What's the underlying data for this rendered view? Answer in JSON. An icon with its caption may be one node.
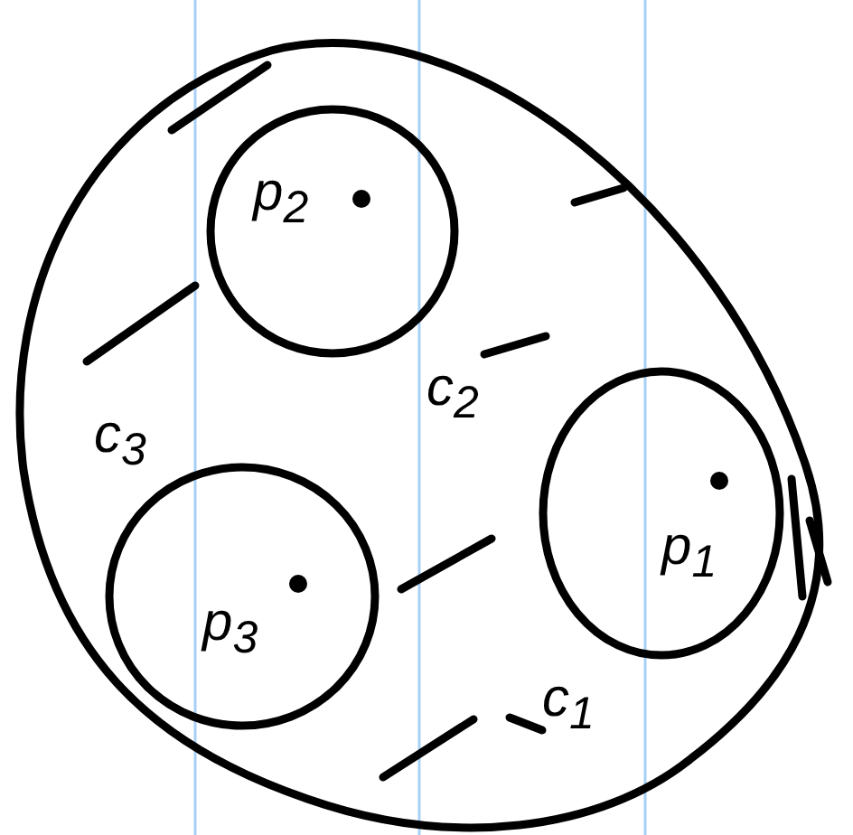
{
  "diagram": {
    "nodes": [
      {
        "text": [],
        "shape": "circle"
      },
      {
        "text": [
          "p$_{2}$"
        ],
        "in": 0
      },
      {
        "text": [
          "p$_{1}$"
        ],
        "in": 0
      },
      {
        "text": [
          "p$_{3}$"
        ],
        "in": 0
      }
    ],
    "labels": [
      "c$_{2}$",
      "c$_{3}$",
      "c$_{1}$"
    ]
  }
}
